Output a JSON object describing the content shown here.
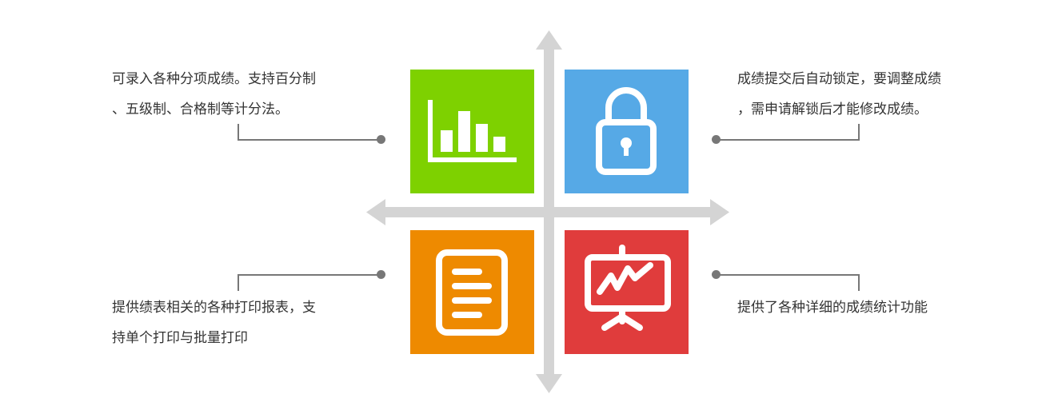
{
  "quadrants": [
    {
      "key": "grade-entry",
      "icon": "bar-chart-icon",
      "color": "#7ed100",
      "lines": [
        "可录入各种分项成绩。支持百分制",
        "、五级制、合格制等计分法。"
      ]
    },
    {
      "key": "grade-lock",
      "icon": "padlock-icon",
      "color": "#56a9e6",
      "lines": [
        "成绩提交后自动锁定，要调整成绩",
        "，需申请解锁后才能修改成绩。"
      ]
    },
    {
      "key": "print-reports",
      "icon": "document-icon",
      "color": "#ee8a00",
      "lines": [
        "提供绩表相关的各种打印报表，支",
        "持单个打印与批量打印"
      ]
    },
    {
      "key": "statistics",
      "icon": "presentation-chart-icon",
      "color": "#e03c3c",
      "lines": [
        "提供了各种详细的成绩统计功能"
      ]
    }
  ]
}
